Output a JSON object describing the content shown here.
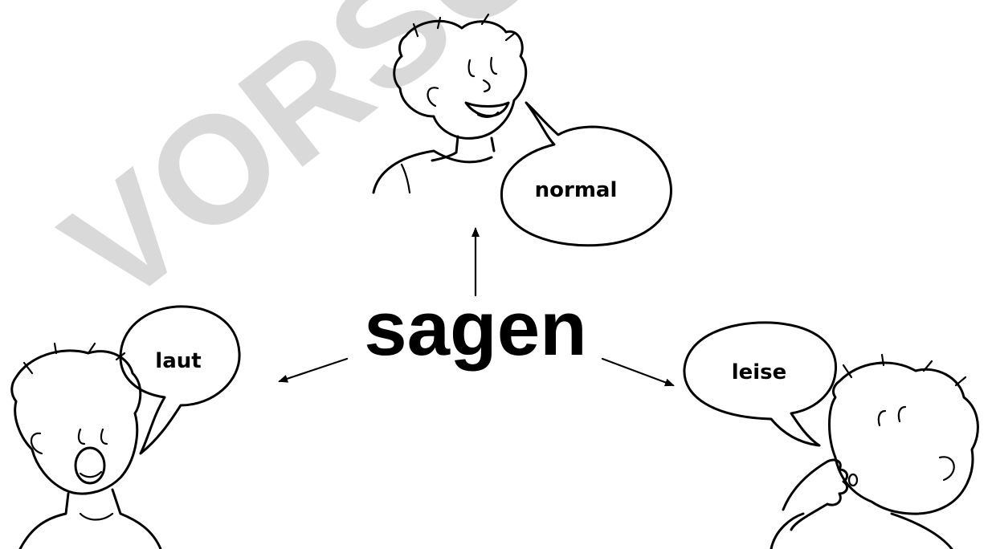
{
  "center_word": "sagen",
  "watermark": "VORSCHAU",
  "bubbles": {
    "top": "normal",
    "left": "laut",
    "right": "leise"
  }
}
